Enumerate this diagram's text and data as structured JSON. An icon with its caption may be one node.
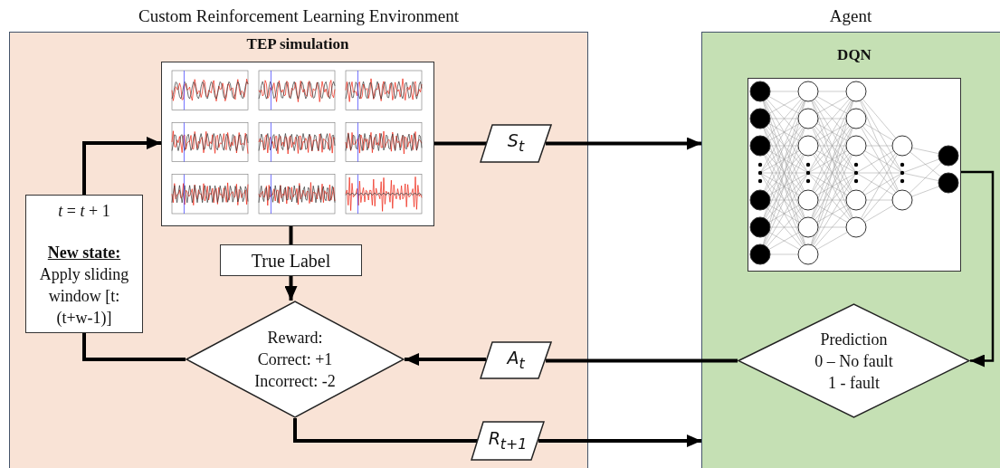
{
  "diagram": {
    "nodes": [
      {
        "text": [
          "Custom Reinforcement Learning Environment"
        ]
      },
      {
        "text": [
          "Agent"
        ]
      },
      {
        "text": [
          "TEP simulation"
        ],
        "in": 0
      },
      {
        "text": [
          "DQN"
        ],
        "in": 1
      },
      {
        "text": [
          "*t* = *t* + 1",
          "New state:",
          "Apply sliding window [t:(t+w-1)]"
        ],
        "in": 0
      },
      {
        "text": [
          "True Label"
        ],
        "in": 0
      },
      {
        "text": [
          "Reward:",
          "Correct: +1",
          "Incorrect: -2"
        ],
        "in": 0
      },
      {
        "text": [
          "S$_{t}$"
        ],
        "in": 0
      },
      {
        "text": [
          "A$_{t}$"
        ],
        "in": 0
      },
      {
        "text": [
          "R$_{t+1}$"
        ],
        "in": 0
      },
      {
        "text": [
          "Prediction",
          "0 – No fault",
          "1 - fault"
        ],
        "in": 1
      }
    ],
    "edges": [
      {
        "from": 2,
        "to": 7,
        "arrow": "none"
      },
      {
        "from": 7,
        "to": 1,
        "arrow": "to"
      },
      {
        "from": 3,
        "to": 10,
        "arrow": "to"
      },
      {
        "from": 10,
        "to": 8,
        "arrow": "none"
      },
      {
        "from": 8,
        "to": 6,
        "arrow": "to"
      },
      {
        "from": 6,
        "to": 4,
        "arrow": "none"
      },
      {
        "from": 4,
        "to": 2,
        "arrow": "to"
      },
      {
        "from": 2,
        "to": 5,
        "arrow": "none"
      },
      {
        "from": 5,
        "to": 6,
        "arrow": "to"
      },
      {
        "from": 6,
        "to": 9,
        "arrow": "none"
      },
      {
        "from": 9,
        "to": 1,
        "arrow": "to"
      }
    ]
  }
}
